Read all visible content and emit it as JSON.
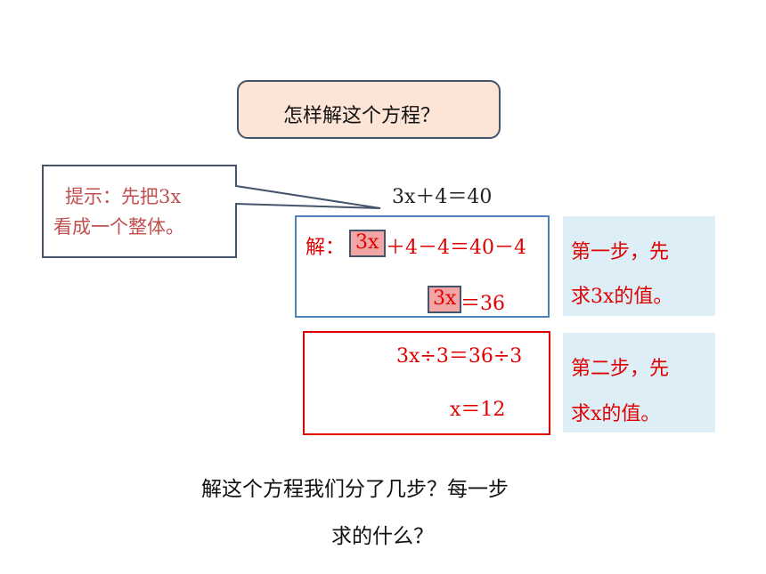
{
  "question": "怎样解这个方程？",
  "hint": {
    "line1": "提示：先把3x",
    "line2": "看成一个整体。"
  },
  "equation": "3x＋4＝40",
  "step1": {
    "prefix": "解：",
    "term1": "3x",
    "rest1": "＋4－4＝40－4",
    "term2": "3x",
    "rest2": "＝36"
  },
  "step2": {
    "line1": "3x÷3＝36÷3",
    "line2": "x＝12"
  },
  "notes": {
    "step1_line1": "第一步，先",
    "step1_line2": "求3x的值。",
    "step2_line1": "第二步，先",
    "step2_line2": "求x的值。"
  },
  "bottom": {
    "line1": "解这个方程我们分了几步？每一步",
    "line2": "求的什么？"
  },
  "colors": {
    "accent_red": "#e00000",
    "hint_red": "#c0504d",
    "box_blue": "#4f81bd",
    "note_bg": "#ddeef6",
    "question_bg": "#fce4d6",
    "highlight": "#f2a5a5"
  }
}
